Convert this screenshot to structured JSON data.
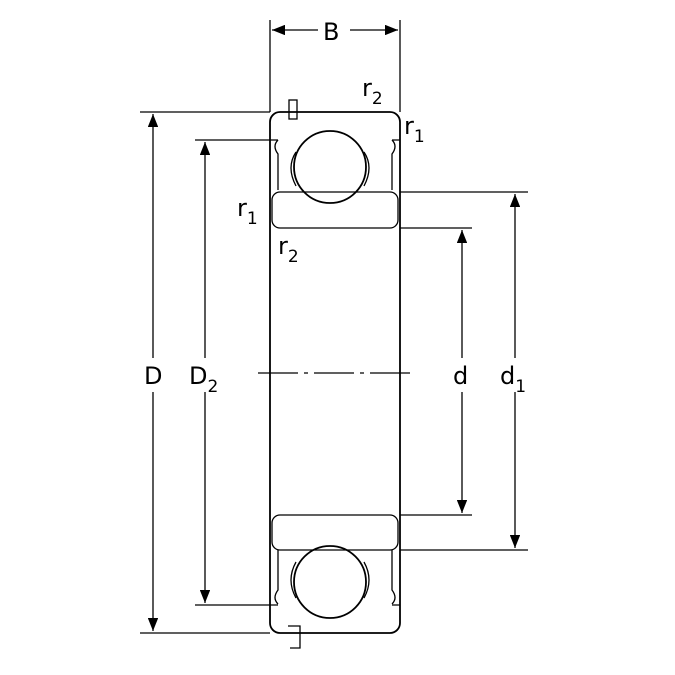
{
  "diagram": {
    "title": "Deep groove ball bearing with seals - dimension drawing",
    "labels": {
      "width": "B",
      "outer_diameter": "D",
      "outer_shoulder_diameter": "D",
      "outer_shoulder_sub": "2",
      "bore": "d",
      "inner_shoulder_diameter": "d",
      "inner_shoulder_sub": "1",
      "chamfer_r": "r",
      "sub_1": "1",
      "sub_2": "2"
    },
    "colors": {
      "line": "#000000",
      "background": "#ffffff"
    }
  }
}
